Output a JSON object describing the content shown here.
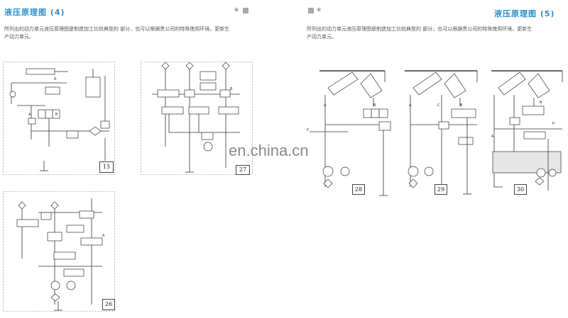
{
  "left_page": {
    "title": "液压原理图 (4)",
    "description_line1": "所列出的动力单元液压原理图是制造加工比较典型的   部分，也可以根据贵公司的特殊使用环境，更新生",
    "description_line2": "产动力单元。",
    "page_marker": "⑥",
    "diagrams": [
      {
        "number": "15"
      },
      {
        "number": "27"
      },
      {
        "number": "26"
      }
    ]
  },
  "right_page": {
    "title": "液压原理图 (5)",
    "description_line1": "所列出的动力单元液压原理图是制造加工比较典型的   部分，也可以根据贵公司的特殊使用环境，更新生",
    "description_line2": "产动力单元。",
    "page_marker": "⑤",
    "diagrams": [
      {
        "number": "28"
      },
      {
        "number": "29"
      },
      {
        "number": "30"
      }
    ]
  },
  "watermark": "en.china.cn",
  "symbol_labels": {
    "a": "A",
    "b": "B",
    "c": "C",
    "p": "P"
  }
}
